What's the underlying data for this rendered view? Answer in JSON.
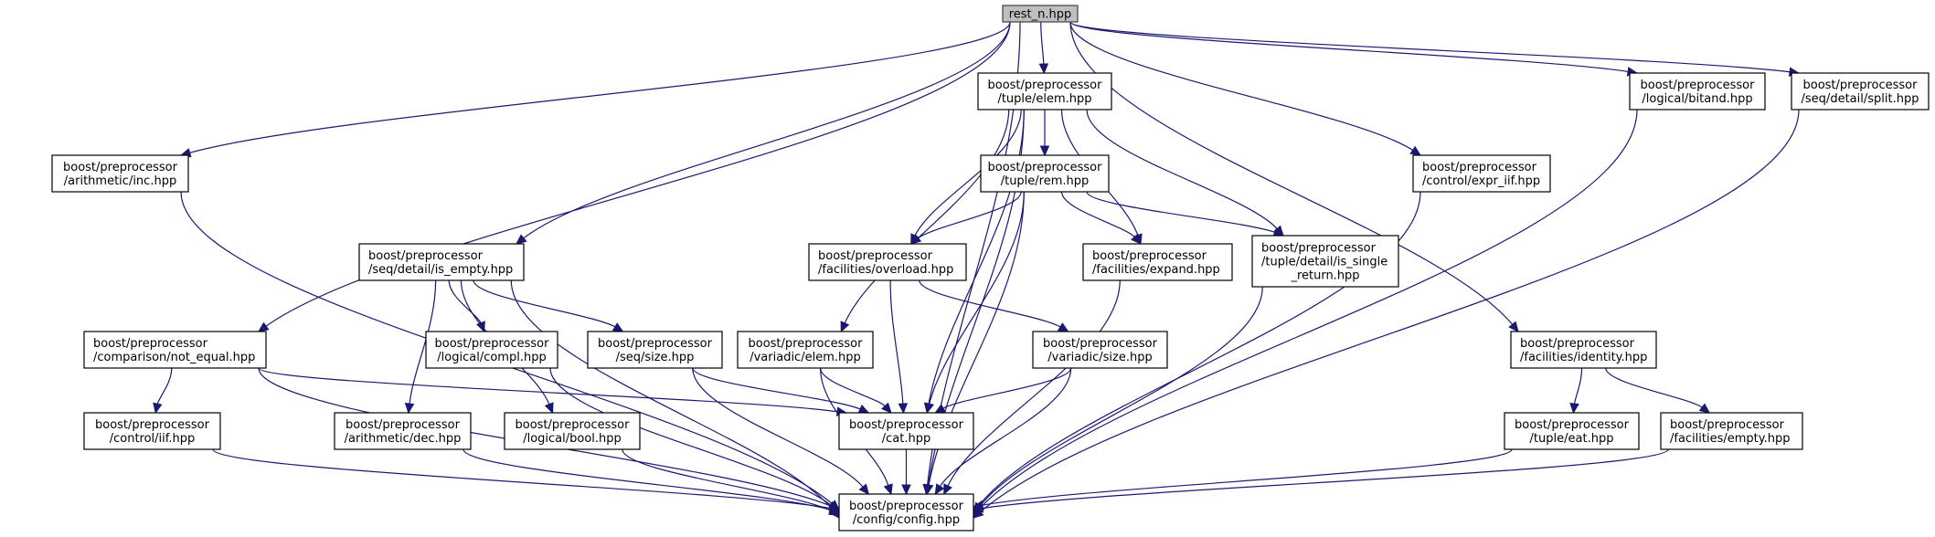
{
  "title": "rest_n.hpp include dependency graph",
  "colors": {
    "edge": "#191970",
    "root_fill": "#bfbfbf",
    "node_fill": "#ffffff",
    "node_border": "#000000"
  },
  "nodes": [
    {
      "id": "rest_n",
      "lines": [
        "rest_n.hpp"
      ],
      "root": true
    },
    {
      "id": "tuple_elem",
      "lines": [
        "boost/preprocessor",
        "/tuple/elem.hpp"
      ]
    },
    {
      "id": "arith_inc",
      "lines": [
        "boost/preprocessor",
        "/arithmetic/inc.hpp"
      ]
    },
    {
      "id": "control_expr_iif",
      "lines": [
        "boost/preprocessor",
        "/control/expr_iif.hpp"
      ]
    },
    {
      "id": "logical_bitand",
      "lines": [
        "boost/preprocessor",
        "/logical/bitand.hpp"
      ]
    },
    {
      "id": "seq_detail_split",
      "lines": [
        "boost/preprocessor",
        "/seq/detail/split.hpp"
      ]
    },
    {
      "id": "tuple_rem",
      "lines": [
        "boost/preprocessor",
        "/tuple/rem.hpp"
      ]
    },
    {
      "id": "seq_detail_is_empty",
      "lines": [
        "boost/preprocessor",
        "/seq/detail/is_empty.hpp"
      ]
    },
    {
      "id": "fac_overload",
      "lines": [
        "boost/preprocessor",
        "/facilities/overload.hpp"
      ]
    },
    {
      "id": "fac_expand",
      "lines": [
        "boost/preprocessor",
        "/facilities/expand.hpp"
      ]
    },
    {
      "id": "tuple_detail_is_single_return",
      "lines": [
        "boost/preprocessor",
        "/tuple/detail/is_single",
        "_return.hpp"
      ]
    },
    {
      "id": "comp_not_equal",
      "lines": [
        "boost/preprocessor",
        "/comparison/not_equal.hpp"
      ]
    },
    {
      "id": "logical_compl",
      "lines": [
        "boost/preprocessor",
        "/logical/compl.hpp"
      ]
    },
    {
      "id": "seq_size",
      "lines": [
        "boost/preprocessor",
        "/seq/size.hpp"
      ]
    },
    {
      "id": "variadic_elem",
      "lines": [
        "boost/preprocessor",
        "/variadic/elem.hpp"
      ]
    },
    {
      "id": "variadic_size",
      "lines": [
        "boost/preprocessor",
        "/variadic/size.hpp"
      ]
    },
    {
      "id": "fac_identity",
      "lines": [
        "boost/preprocessor",
        "/facilities/identity.hpp"
      ]
    },
    {
      "id": "control_iif",
      "lines": [
        "boost/preprocessor",
        "/control/iif.hpp"
      ]
    },
    {
      "id": "arith_dec",
      "lines": [
        "boost/preprocessor",
        "/arithmetic/dec.hpp"
      ]
    },
    {
      "id": "logical_bool",
      "lines": [
        "boost/preprocessor",
        "/logical/bool.hpp"
      ]
    },
    {
      "id": "cat",
      "lines": [
        "boost/preprocessor",
        "/cat.hpp"
      ]
    },
    {
      "id": "tuple_eat",
      "lines": [
        "boost/preprocessor",
        "/tuple/eat.hpp"
      ]
    },
    {
      "id": "fac_empty",
      "lines": [
        "boost/preprocessor",
        "/facilities/empty.hpp"
      ]
    },
    {
      "id": "config",
      "lines": [
        "boost/preprocessor",
        "/config/config.hpp"
      ]
    }
  ],
  "edges": [
    [
      "rest_n",
      "tuple_elem"
    ],
    [
      "rest_n",
      "arith_inc"
    ],
    [
      "rest_n",
      "control_expr_iif"
    ],
    [
      "rest_n",
      "logical_bitand"
    ],
    [
      "rest_n",
      "seq_detail_split"
    ],
    [
      "rest_n",
      "seq_detail_is_empty"
    ],
    [
      "rest_n",
      "comp_not_equal"
    ],
    [
      "rest_n",
      "fac_identity"
    ],
    [
      "rest_n",
      "config"
    ],
    [
      "tuple_elem",
      "tuple_rem"
    ],
    [
      "tuple_elem",
      "fac_overload"
    ],
    [
      "tuple_elem",
      "fac_expand"
    ],
    [
      "tuple_elem",
      "tuple_detail_is_single_return"
    ],
    [
      "tuple_elem",
      "variadic_elem"
    ],
    [
      "tuple_elem",
      "cat"
    ],
    [
      "tuple_elem",
      "config"
    ],
    [
      "tuple_rem",
      "fac_overload"
    ],
    [
      "tuple_rem",
      "fac_expand"
    ],
    [
      "tuple_rem",
      "tuple_detail_is_single_return"
    ],
    [
      "tuple_rem",
      "cat"
    ],
    [
      "tuple_rem",
      "config"
    ],
    [
      "arith_inc",
      "config"
    ],
    [
      "control_expr_iif",
      "config"
    ],
    [
      "logical_bitand",
      "config"
    ],
    [
      "seq_detail_split",
      "config"
    ],
    [
      "seq_detail_is_empty",
      "logical_compl"
    ],
    [
      "seq_detail_is_empty",
      "seq_size"
    ],
    [
      "seq_detail_is_empty",
      "arith_dec"
    ],
    [
      "seq_detail_is_empty",
      "logical_bool"
    ],
    [
      "seq_detail_is_empty",
      "config"
    ],
    [
      "fac_overload",
      "variadic_size"
    ],
    [
      "fac_overload",
      "cat"
    ],
    [
      "fac_expand",
      "config"
    ],
    [
      "tuple_detail_is_single_return",
      "config"
    ],
    [
      "comp_not_equal",
      "control_iif"
    ],
    [
      "comp_not_equal",
      "cat"
    ],
    [
      "comp_not_equal",
      "config"
    ],
    [
      "logical_compl",
      "config"
    ],
    [
      "seq_size",
      "cat"
    ],
    [
      "seq_size",
      "config"
    ],
    [
      "variadic_elem",
      "cat"
    ],
    [
      "variadic_elem",
      "config"
    ],
    [
      "variadic_size",
      "cat"
    ],
    [
      "variadic_size",
      "config"
    ],
    [
      "fac_identity",
      "tuple_eat"
    ],
    [
      "fac_identity",
      "fac_empty"
    ],
    [
      "control_iif",
      "config"
    ],
    [
      "arith_dec",
      "config"
    ],
    [
      "logical_bool",
      "config"
    ],
    [
      "cat",
      "config"
    ],
    [
      "tuple_eat",
      "config"
    ],
    [
      "fac_empty",
      "config"
    ]
  ]
}
